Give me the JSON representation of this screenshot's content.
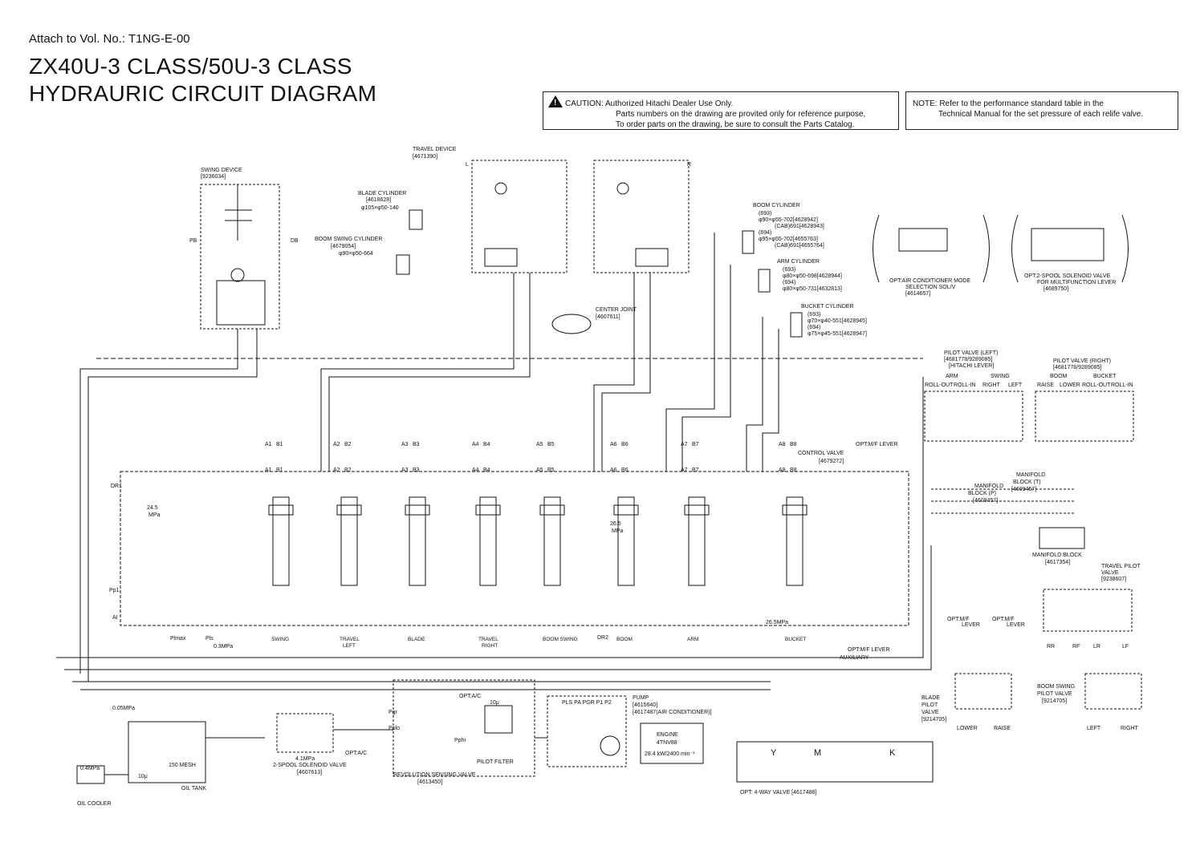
{
  "header": {
    "attach": "Attach to Vol. No.: T1NG-E-00",
    "title_line1": "ZX40U-3 CLASS/50U-3 CLASS",
    "title_line2": "HYDRAURIC CIRCUIT DIAGRAM"
  },
  "caution": {
    "line1": "CAUTION: Authorized Hitachi Dealer Use Only.",
    "line2": "Parts numbers on the drawing are provited only for reference purpose,",
    "line3": "To order parts on the drawing, be sure to consult the Parts Catalog."
  },
  "note": {
    "line1": "NOTE: Refer to the performance standard table in the",
    "line2": "Technical Manual for the set pressure of each relife valve."
  },
  "components": {
    "swing_device": {
      "name": "SWING DEVICE",
      "part": "[9236034]"
    },
    "travel_device": {
      "name": "TRAVEL DEVICE",
      "part": "[4671390]"
    },
    "blade_cylinder": {
      "name": "BLADE CYLINDER",
      "part": "[4618628]",
      "spec": "φ105×φ50-140"
    },
    "boom_swing_cylinder": {
      "name": "BOOM SWING CYLINDER",
      "part": "[4679054]",
      "spec": "φ90×φ50-664"
    },
    "boom_cylinder": {
      "name": "BOOM CYLINDER",
      "l1": "(693)",
      "l2": "φ90×φ55-702[4628942]",
      "l3": "(CAB)691[4628943]",
      "l4": "(694)",
      "l5": "φ95×φ55-702[4655763]",
      "l6": "(CAB)691[4655764]"
    },
    "arm_cylinder": {
      "name": "ARM CYLINDER",
      "l1": "(693)",
      "l2": "φ80×φ50-698[4628944]",
      "l3": "(694)",
      "l4": "φ80×φ50-731[4632813]"
    },
    "bucket_cylinder": {
      "name": "BUCKET CYLINDER",
      "l1": "(693)",
      "l2": "φ70×φ40-551[4628945]",
      "l3": "(694)",
      "l4": "φ75×φ45-551[4628947]"
    },
    "center_joint": {
      "name": "CENTER JOINT",
      "part": "[4607611]"
    },
    "control_valve": {
      "name": "CONTROL VALVE",
      "part": "[4679272]"
    },
    "opt_mf_lever": "OPT:M/F LEVER",
    "pilot_left": {
      "name": "PILOT VALVE (LEFT)",
      "part": "[4681778/9289085]",
      "sub": "[HITACHI LEVER]",
      "g1": "ARM",
      "g2": "SWING",
      "c1": "ROLL-OUT",
      "c2": "ROLL-IN",
      "c3": "RIGHT",
      "c4": "LEFT"
    },
    "pilot_right": {
      "name": "PILOT VALVE (RIGHT)",
      "part": "[4681778/9289085]",
      "g1": "BOOM",
      "g2": "BUCKET",
      "c1": "RAISE",
      "c2": "LOWER",
      "c3": "ROLL-OUT",
      "c4": "ROLL-IN"
    },
    "ac_mode": {
      "l1": "OPT:AIR CONDITIONER MODE",
      "l2": "SELECTION SOL/V",
      "l3": "[4614657]"
    },
    "spool2_mf": {
      "l1": "OPT:2-SPOOL SOLENOID VALVE",
      "l2": "FOR MULTIFUNCTION LEVER",
      "l3": "[4689750]"
    },
    "manifold_p": {
      "name": "MANIFOLD",
      "l2": "BLOCK (P)",
      "part": "[4609457]"
    },
    "manifold_t": {
      "name": "MANIFOLD",
      "l2": "BLOCK (T)",
      "part": "[4609457]"
    },
    "manifold_block": {
      "name": "MANIFOLD BLOCK",
      "part": "[4617354]"
    },
    "travel_pilot": {
      "name": "TRAVEL PILOT",
      "l2": "VALVE",
      "part": "[9238607]",
      "c1": "RR",
      "c2": "RF",
      "c3": "LR",
      "c4": "LF"
    },
    "blade_pilot": {
      "l1": "BLADE",
      "l2": "PILOT",
      "l3": "VALVE",
      "part": "[9214705]",
      "c1": "LOWER",
      "c2": "RAISE"
    },
    "boom_swing_pilot": {
      "name": "BOOM SWING",
      "l2": "PILOT VALVE",
      "part": "[9214705]",
      "c1": "LEFT",
      "c2": "RIGHT"
    },
    "pump": {
      "name": "PUMP",
      "part": "[4615640]",
      "part2": "[4617487(AIR CONDITIONER)]",
      "ports": "PLS  PA  PGR   P1  P2"
    },
    "engine": {
      "name": "ENGINE",
      "model": "4TNV88",
      "rating": "28.4 kW/2400 min⁻¹"
    },
    "solenoid_2spool": {
      "p": "4.1MPa",
      "name": "2-SPOOL SOLENOID VALVE",
      "part": "[4607613]"
    },
    "revolution_sensing": {
      "name": "REVOLUTION SENSING VALVE",
      "part": "[4613450]"
    },
    "pilot_filter": {
      "name": "PILOT FILTER",
      "mesh": "10μ"
    },
    "oil_tank": {
      "name": "OIL TANK",
      "mesh": "150 MESH",
      "filter": "10μ"
    },
    "oil_cooler": {
      "name": "OIL COOLER",
      "p": "0.4MPa"
    },
    "four_way": {
      "name": "OPT: 4-WAY VALVE [4617488]",
      "y": "Y",
      "m": "M",
      "k": "K"
    },
    "sections": [
      "SWING",
      "TRAVEL",
      "BLADE",
      "TRAVEL",
      "BOOM SWING",
      "BOOM",
      "ARM",
      "BUCKET"
    ],
    "sections_sub": [
      "",
      "LEFT",
      "",
      "RIGHT",
      "",
      "",
      "",
      ""
    ],
    "ports_a": [
      "A1",
      "A2",
      "A3",
      "A4",
      "A5",
      "A6",
      "A7",
      "A8"
    ],
    "ports_b": [
      "B1",
      "B2",
      "B3",
      "B4",
      "B5",
      "B6",
      "B7",
      "B8"
    ],
    "pressures": {
      "main": "24.5",
      "main_unit": "MPa",
      "boom": "26.5",
      "boom_unit": "MPa",
      "p265": "26.5MPa",
      "p03": "0.3MPa",
      "p005": "0.05MPa"
    },
    "misc": {
      "auxiliary": "AUXILIARY",
      "opt_mf_aux": "OPT:M/F LEVER",
      "opt_ac": "OPT:A/C",
      "opt_mf": "OPT:M/F",
      "lever": "LEVER",
      "pplmax": "Plmax",
      "pls": "Pls",
      "pp1": "Pp1",
      "ai": "AI",
      "dr1": "DR1",
      "dr2": "DR2",
      "pgr": "Pgr",
      "pplo": "Pplo",
      "pphi": "Pphi",
      "pb": "PB",
      "db": "DB",
      "l": "L",
      "r": "R"
    }
  }
}
